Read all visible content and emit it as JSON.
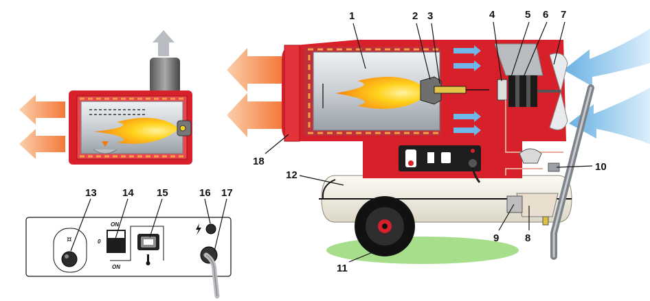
{
  "callouts": [
    "1",
    "2",
    "3",
    "4",
    "5",
    "6",
    "7",
    "8",
    "9",
    "10",
    "11",
    "12",
    "13",
    "14",
    "15",
    "16",
    "17",
    "18"
  ],
  "panel": {
    "switch_on_top": "ON",
    "switch_off_left": "0",
    "switch_on_bottom": "ON"
  },
  "colors": {
    "body_red": "#d8202a",
    "dark_red": "#a0141c",
    "flame_orange": "#f57a10",
    "flame_yellow": "#ffd21c",
    "hot_air": "#f26a25",
    "cold_air": "#6fb7e8",
    "chamber_grey": "#c9ced3",
    "tank_cream": "#f4f1e6",
    "ground_green": "#a6de8c"
  },
  "icons": [
    "flame-icon",
    "lightning-icon",
    "thermometer-icon",
    "power-switch-icon",
    "fan-icon",
    "wheel-icon"
  ]
}
